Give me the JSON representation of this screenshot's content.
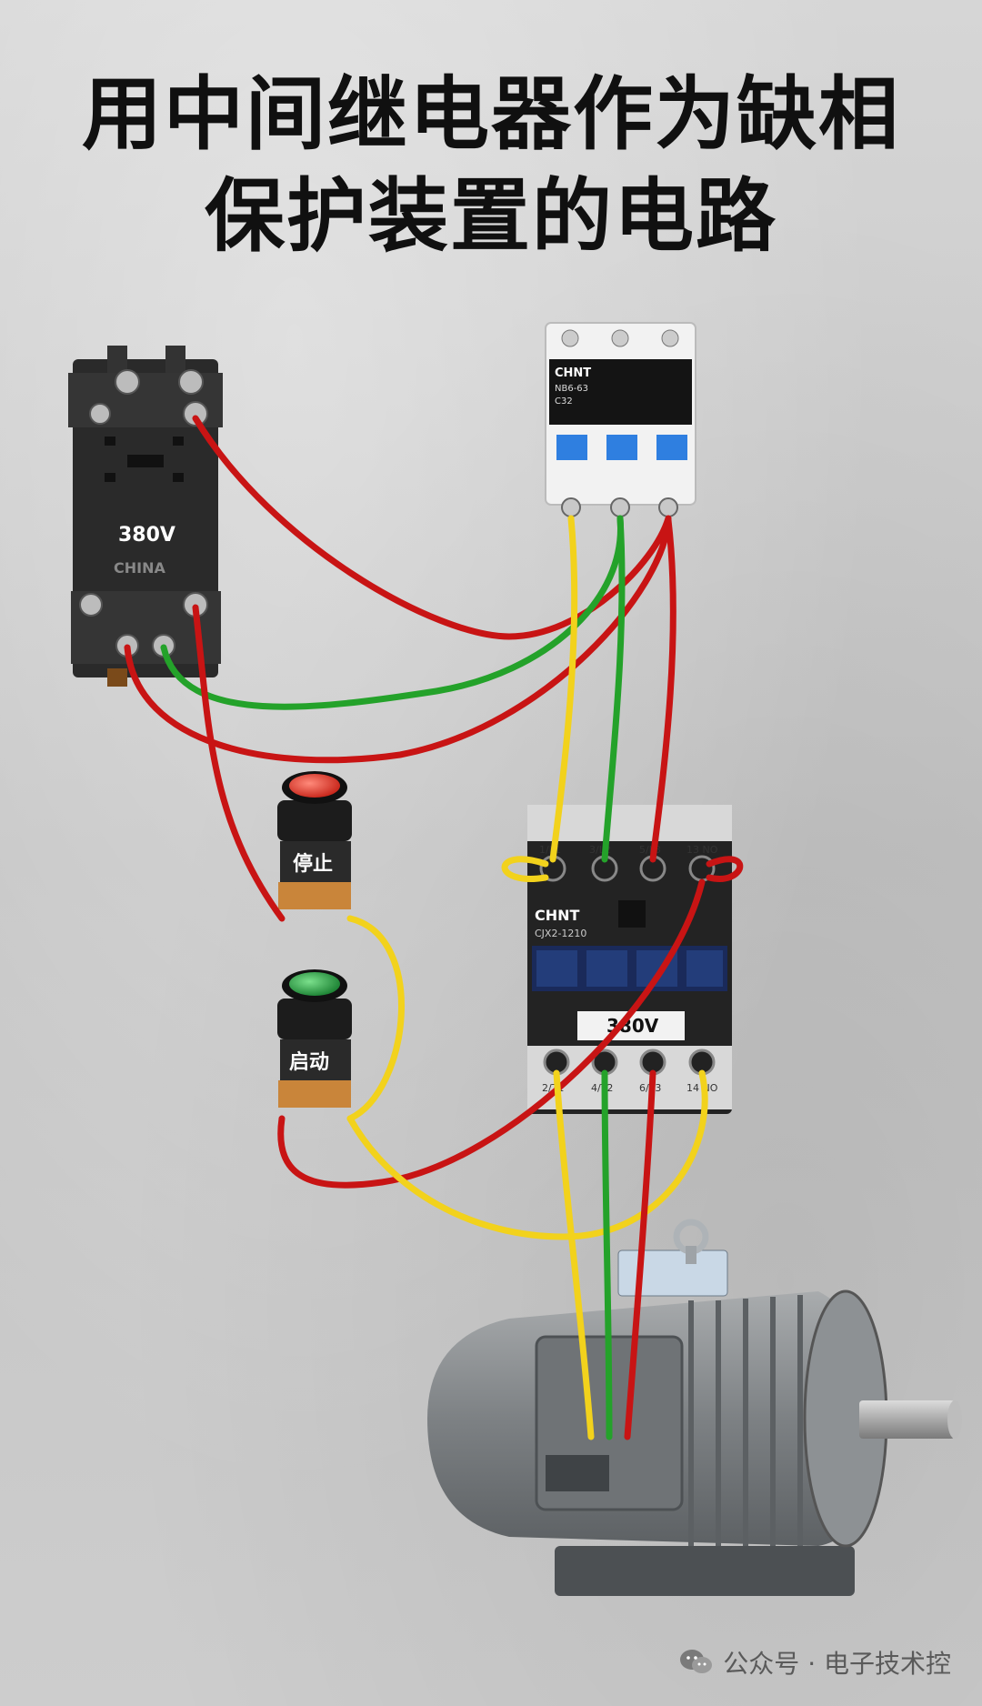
{
  "title": {
    "line1": "用中间继电器作为缺相",
    "line2": "保护装置的电路"
  },
  "relay": {
    "voltage_label": "380V",
    "brand_mark": "CHINA"
  },
  "breaker": {
    "brand": "CHNT",
    "model": "NB6-63",
    "rating": "C32"
  },
  "contactor": {
    "brand": "CHNT",
    "model": "CJX2-1210",
    "coil_label": "380V",
    "top_terminals": [
      "1/L1",
      "3/L2",
      "5/L3",
      "13 NO"
    ],
    "bottom_terminals": [
      "2/T1",
      "4/T2",
      "6/T3",
      "14 NO"
    ]
  },
  "buttons": {
    "stop_label": "停止",
    "start_label": "启动",
    "stop_color": "#e53022",
    "start_color": "#1f9a3a"
  },
  "wire_colors": {
    "red": "#c81414",
    "yellow": "#f2d21c",
    "green": "#24a22a"
  },
  "footer": {
    "text": "公众号 · 电子技术控",
    "icon": "wechat-icon"
  }
}
